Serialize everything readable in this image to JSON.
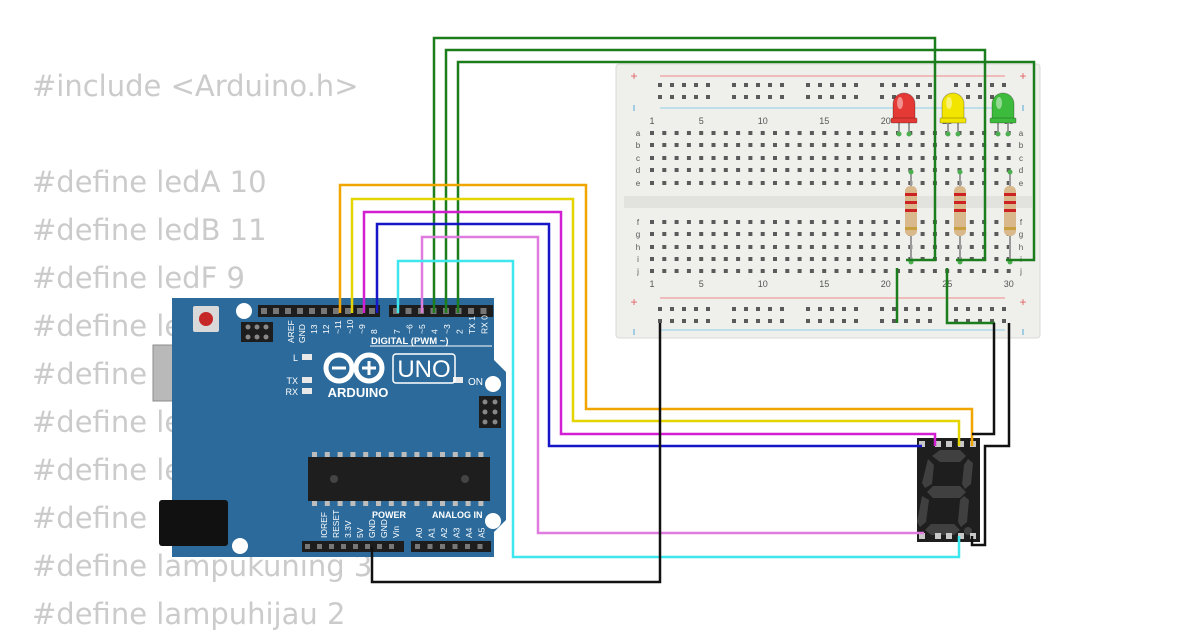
{
  "code_lines": [
    "#include <Arduino.h>",
    "",
    "#define ledA 10",
    "#define ledB 11",
    "#define ledF 9",
    "#define le",
    "#define",
    "#define le",
    "#define le",
    "#define",
    "#define lampukuning 3",
    "#define lampuhijau 2"
  ],
  "arduino": {
    "model": "UNO",
    "brand": "ARDUINO",
    "digital_label": "DIGITAL (PWM ~)",
    "power_label": "POWER",
    "analog_label": "ANALOG IN",
    "on_label": "ON",
    "l_label": "L",
    "tx_label": "TX",
    "rx_label": "RX",
    "aref": "AREF",
    "gnd": "GND",
    "digital_pins": [
      "13",
      "12",
      "~11",
      "~10",
      "~9",
      "8",
      "7",
      "~6",
      "~5",
      "4",
      "~3",
      "2",
      "TX 1",
      "RX 0"
    ],
    "power_pins": [
      "IOREF",
      "RESET",
      "3.3V",
      "5V",
      "GND",
      "GND",
      "Vin"
    ],
    "analog_pins": [
      "A0",
      "A1",
      "A2",
      "A3",
      "A4",
      "A5"
    ]
  },
  "breadboard": {
    "row_letters_top": [
      "a",
      "b",
      "c",
      "d",
      "e"
    ],
    "row_letters_bottom": [
      "f",
      "g",
      "h",
      "i",
      "j"
    ],
    "column_numbers": [
      "1",
      "5",
      "10",
      "15",
      "20",
      "25",
      "30"
    ],
    "rail_plus": "+",
    "rail_minus": "-"
  },
  "leds": [
    {
      "name": "red",
      "color": "#e53935"
    },
    {
      "name": "yellow",
      "color": "#f2e600"
    },
    {
      "name": "green",
      "color": "#3dbb3d"
    }
  ],
  "display": {
    "digit": "8"
  },
  "colors": {
    "board": "#2b6a9b",
    "wire_green": "#1b7d1b",
    "wire_orange": "#f0a500",
    "wire_yellow": "#e4d400",
    "wire_magenta": "#d11fd1",
    "wire_blue": "#1616c8",
    "wire_violet": "#e07be0",
    "wire_cyan": "#3ee6ee",
    "wire_black": "#111111"
  }
}
